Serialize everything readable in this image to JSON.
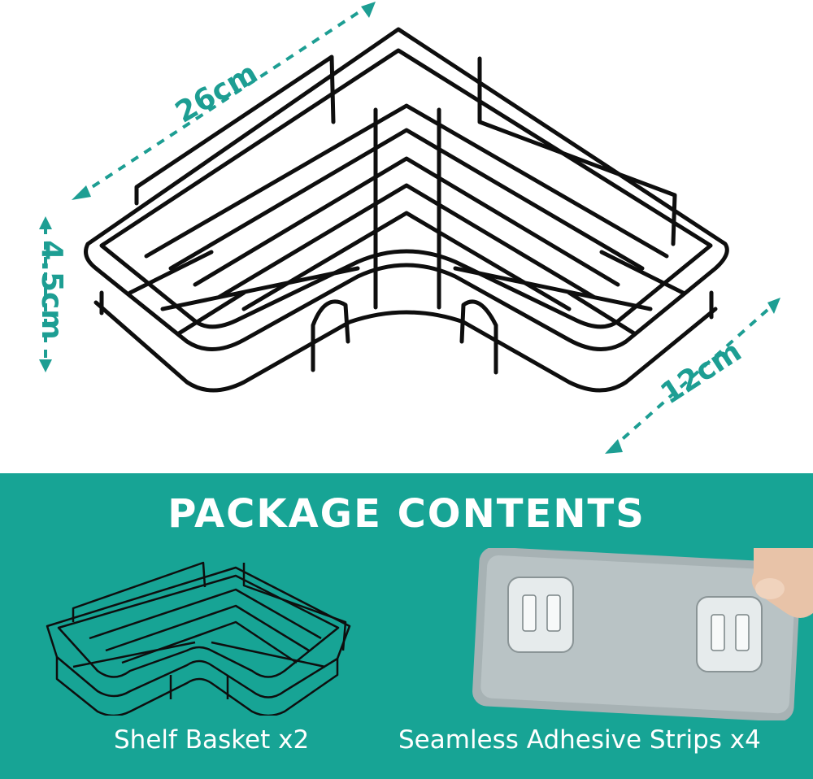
{
  "dimensions": {
    "width": "26cm",
    "height": "4.5cm",
    "depth": "12cm"
  },
  "package": {
    "title": "PACKAGE CONTENTS",
    "items": [
      {
        "label": "Shelf Basket x2"
      },
      {
        "label": "Seamless Adhesive Strips x4"
      }
    ]
  },
  "colors": {
    "accent": "#17a495",
    "dimension_text": "#1d9e93",
    "wire": "#111111"
  }
}
